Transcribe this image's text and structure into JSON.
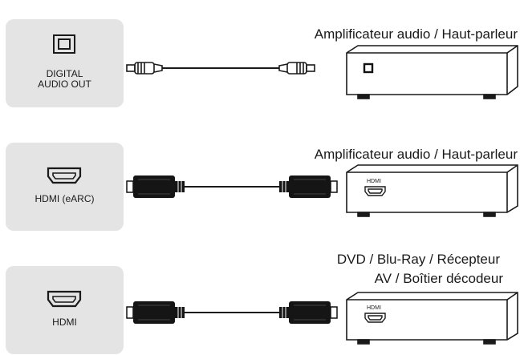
{
  "connections": [
    {
      "port_label_line1": "DIGITAL",
      "port_label_line2": "AUDIO OUT",
      "port_icon": "optical-port-icon",
      "cable": "optical-cable",
      "device_title": "Amplificateur audio / Haut-parleur",
      "device_port_icon": "optical-port-icon"
    },
    {
      "port_label": "HDMI (eARC)",
      "port_icon": "hdmi-port-icon",
      "cable": "hdmi-cable",
      "device_title": "Amplificateur audio / Haut-parleur",
      "device_port_label": "HDMI",
      "device_port_icon": "hdmi-port-icon"
    },
    {
      "port_label": "HDMI",
      "port_icon": "hdmi-port-icon",
      "cable": "hdmi-cable",
      "device_title_line1": "DVD / Blu-Ray / Récepteur",
      "device_title_line2": "AV / Boîtier décodeur",
      "device_port_label": "HDMI",
      "device_port_icon": "hdmi-port-icon"
    }
  ],
  "colors": {
    "panel": "#e4e4e4",
    "line": "#1a1a1a",
    "connector": "#111111"
  }
}
